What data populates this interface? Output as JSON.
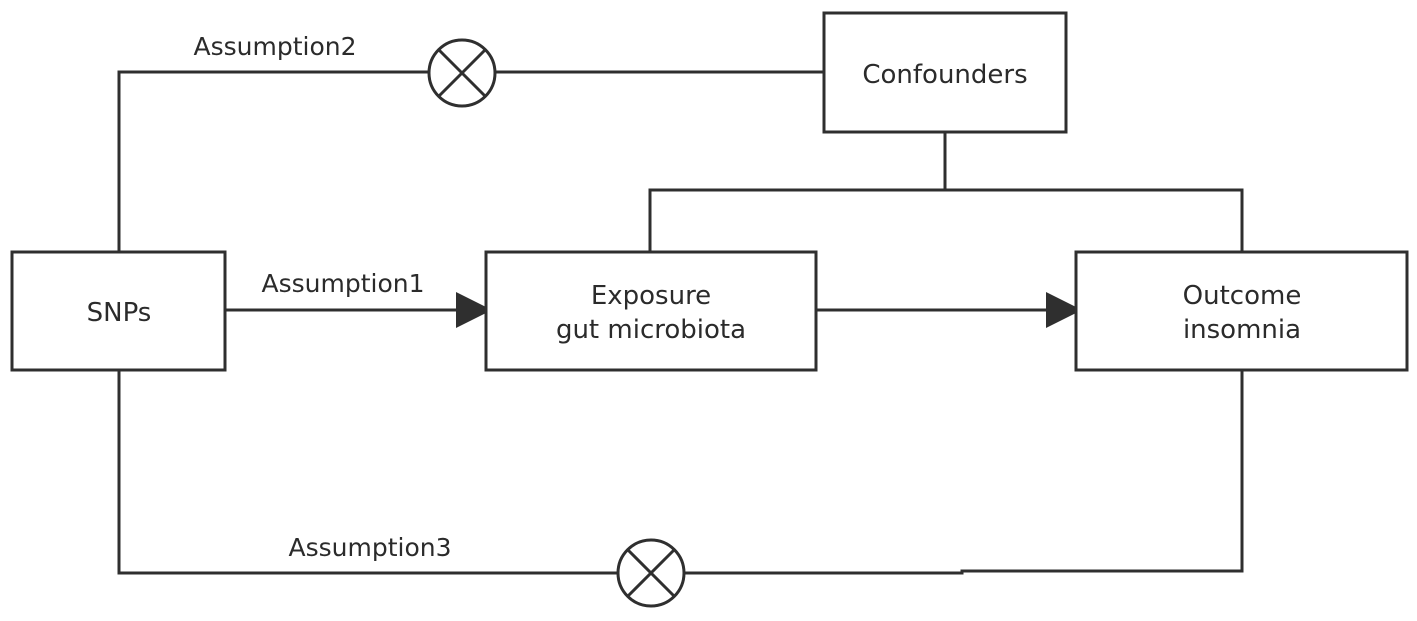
{
  "diagram": {
    "nodes": {
      "snps": {
        "label": "SNPs"
      },
      "confounders": {
        "label": "Confounders"
      },
      "exposure": {
        "line1": "Exposure",
        "line2": "gut microbiota"
      },
      "outcome": {
        "line1": "Outcome",
        "line2": "insomnia"
      }
    },
    "edges": {
      "assumption1": {
        "label": "Assumption1"
      },
      "assumption2": {
        "label": "Assumption2"
      },
      "assumption3": {
        "label": "Assumption3"
      }
    },
    "colors": {
      "stroke": "#2f2f2f",
      "text": "#2b2b2b",
      "background": "#ffffff"
    },
    "icons": {
      "blocked_path_marker": "circle-x-icon",
      "arrowhead": "arrowhead-icon"
    }
  }
}
